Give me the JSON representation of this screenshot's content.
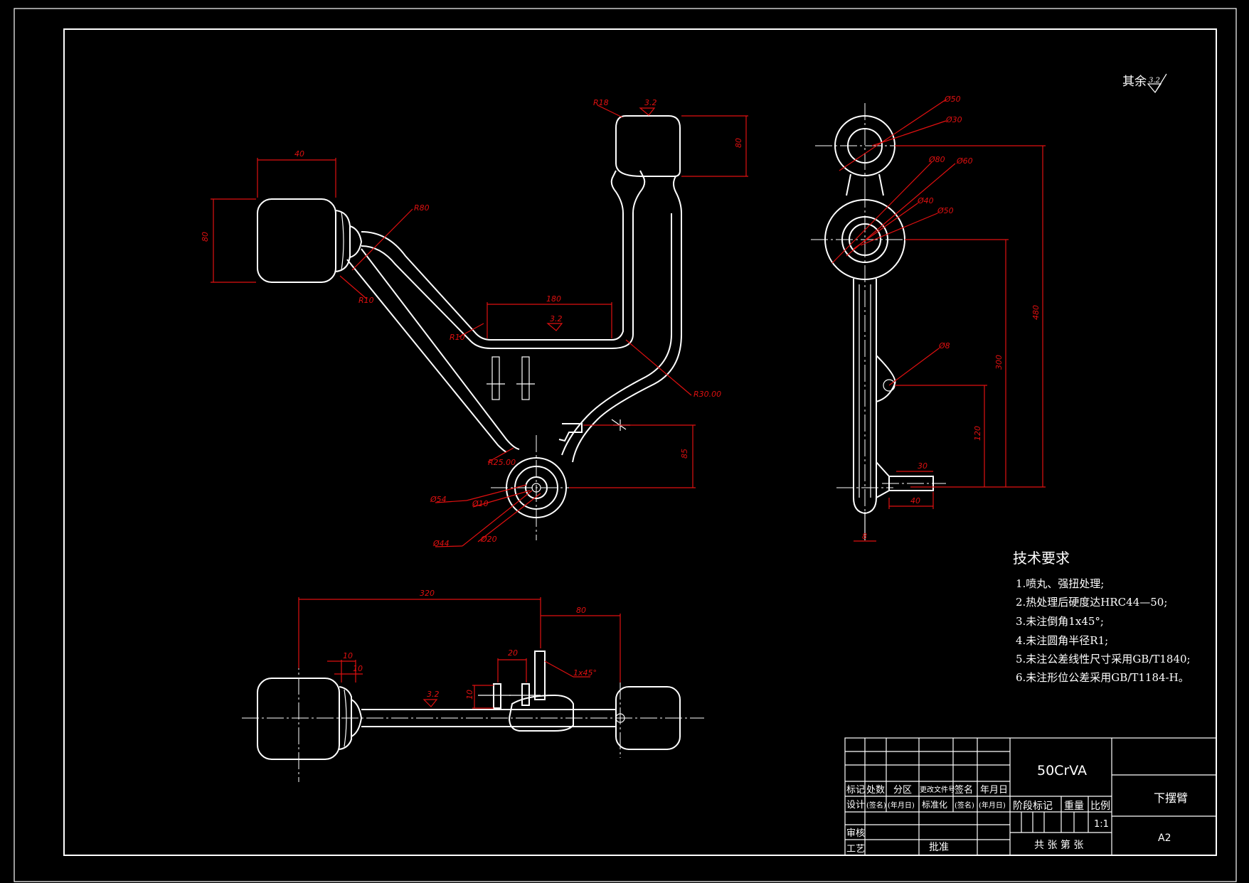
{
  "drawing": {
    "roughness_note": "其余",
    "roughness_value": "3.2",
    "tech_title": "技术要求",
    "tech_items": [
      "1.喷丸、强扭处理;",
      "2.热处理后硬度达HRC44—50;",
      "3.未注倒角1x45°;",
      "4.未注圆角半径R1;",
      "5.未注公差线性尺寸采用GB/T1840;",
      "6.未注形位公差采用GB/T1184-H。"
    ]
  },
  "dims": {
    "front": {
      "width_40": "40",
      "height_80": "80",
      "r_left_top": "R80",
      "r_left_bot": "R10",
      "r18_top": "R18",
      "rough_top": "3.2",
      "h_right": "80",
      "len_mid": "180",
      "rough_mid": "3.2",
      "r10_mid": "R10",
      "r30": "R30.00",
      "r25": "R25.00",
      "h_bottom": "85",
      "d54": "Ø54",
      "d10": "Ø10",
      "d44": "Ø44",
      "d20": "Ø20"
    },
    "side": {
      "d50": "Ø50",
      "d30": "Ø30",
      "d80": "Ø80",
      "d60": "Ø60",
      "d40": "Ø40",
      "d50b": "Ø50",
      "d8": "Ø8",
      "l_total": "480",
      "l_mid": "300",
      "l_low": "120",
      "w30": "30",
      "w40": "40",
      "w8": "8"
    },
    "top": {
      "l_total": "320",
      "l_right": "80",
      "w10a": "10",
      "w10b": "10",
      "w20": "20",
      "h10": "10",
      "rough": "3.2",
      "chamfer": "1x45°"
    }
  },
  "title_block": {
    "material": "50CrVA",
    "part_name": "下摆臂",
    "sheet_size": "A2",
    "row1": [
      "标记",
      "处数",
      "分区",
      "更改文件号",
      "签名",
      "年月日"
    ],
    "row2": [
      "设计",
      "(签名)",
      "(年月日)",
      "标准化",
      "(签名)",
      "(年月日)"
    ],
    "stage_label": "阶段标记",
    "weight_label": "重量",
    "scale_label": "比例",
    "scale_value": "1:1",
    "review": "审核",
    "process": "工艺",
    "approve": "批准",
    "sheets": "共  张  第  张"
  }
}
